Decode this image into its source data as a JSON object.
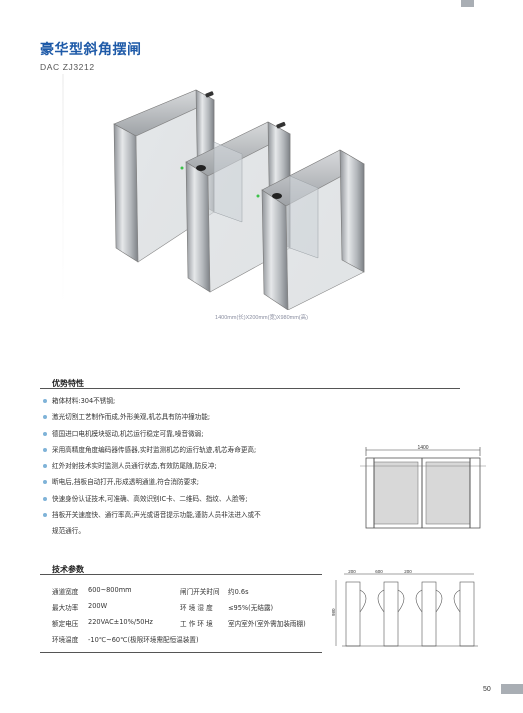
{
  "page": {
    "title": "豪华型斜角摆闸",
    "model": "DAC ZJ3212",
    "dimensions": "1400mm(长)X200mm(宽)X980mm(高)",
    "page_number": "50"
  },
  "advantages": {
    "heading": "优势特性",
    "items": [
      "箱体材料:304不锈钢;",
      "激光切割工艺制作而成,外形美观,机芯具有防冲撞功能;",
      "德国进口电机模块驱动,机芯运行稳定可靠,噪音微弱;",
      "采用高精度角度编码器传感器,实时监测机芯的运行轨迹,机芯寿命更高;",
      "红外对射技术实时监测人员通行状态,有效防尾随,防反冲;",
      "断电后,挡板自动打开,形成透明通道,符合消防要求;",
      "快速身份认证技术,可准确、高效识别IC卡、二维码、指纹、人脸等;",
      "挡板开关速度快、通行率高;声光或语音提示功能,谨防人员非法进入或不",
      "规范通行。"
    ]
  },
  "specs": {
    "heading": "技术参数",
    "rows": [
      {
        "k1": "通道宽度",
        "v1": "600~800mm",
        "k2": "闸门开关时间",
        "v2": "约0.6s"
      },
      {
        "k1": "最大功率",
        "v1": "200W",
        "k2": "环 境 湿 度",
        "v2": "≤95%(无结露)"
      },
      {
        "k1": "额定电压",
        "v1": "220VAC±10%/50Hz",
        "k2": "工 作 环 境",
        "v2": "室内室外(室外需加装雨棚)"
      },
      {
        "k1": "环境温度",
        "v1": "-10℃~60℃(极限环境需配恒温装置)",
        "k2": "",
        "v2": ""
      }
    ]
  },
  "drawings": {
    "top_label": "1400",
    "front_labels": [
      "200",
      "600",
      "200"
    ],
    "height_label": "980"
  }
}
